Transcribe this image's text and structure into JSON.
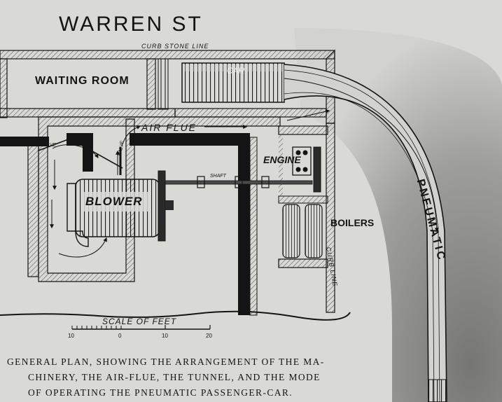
{
  "street_name": "WARREN ST",
  "labels": {
    "curb_stone_line": "CURB   STONE   LINE",
    "car": "CAR",
    "waiting_room": "WAITING ROOM",
    "air_flue": "AIR  FLUE",
    "valve_left": "VALVE",
    "valve_right": "VALVE",
    "engine": "ENGINE",
    "shaft": "SHAFT",
    "blower": "BLOWER",
    "boilers": "BOILERS",
    "curb_line": "CURB   LINE",
    "pneumatic": "PNEUMATIC",
    "scale_of_feet": "SCALE OF FEET"
  },
  "scale": {
    "tick_labels": [
      "10",
      "0",
      "10",
      "20"
    ]
  },
  "caption": {
    "lines": [
      "GENERAL PLAN, SHOWING THE ARRANGEMENT OF THE MA-",
      "CHINERY, THE AIR-FLUE, THE TUNNEL, AND THE MODE",
      "OF OPERATING THE PNEUMATIC PASSENGER-CAR."
    ]
  },
  "colors": {
    "paper": "#d9d9d6",
    "ink": "#141414",
    "hatch": "#6d6d6a",
    "earth": "#444444"
  }
}
